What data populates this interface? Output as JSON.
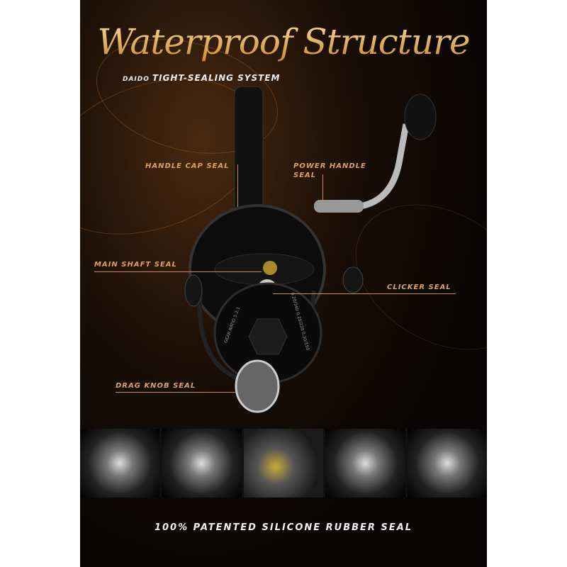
{
  "title": "Waterproof Structure",
  "subtitle": {
    "brand": "DAIDO",
    "text": "TIGHT-SEALING SYSTEM"
  },
  "callouts": {
    "handle_cap": "HANDLE CAP SEAL",
    "power_handle_1": "POWER HANDLE",
    "power_handle_2": "SEAL",
    "main_shaft": "MAIN SHAFT SEAL",
    "clicker": "CLICKER SEAL",
    "drag_knob": "DRAG KNOB SEAL"
  },
  "spool": {
    "gear_ratio": "GEAR RATIO 5.2:1",
    "capacity": "0.20/340 0.25/220 0.30/150"
  },
  "footer": "100% PATENTED SILICONE RUBBER SEAL",
  "colors": {
    "gold": "#d9a45a",
    "background": "#080504"
  }
}
